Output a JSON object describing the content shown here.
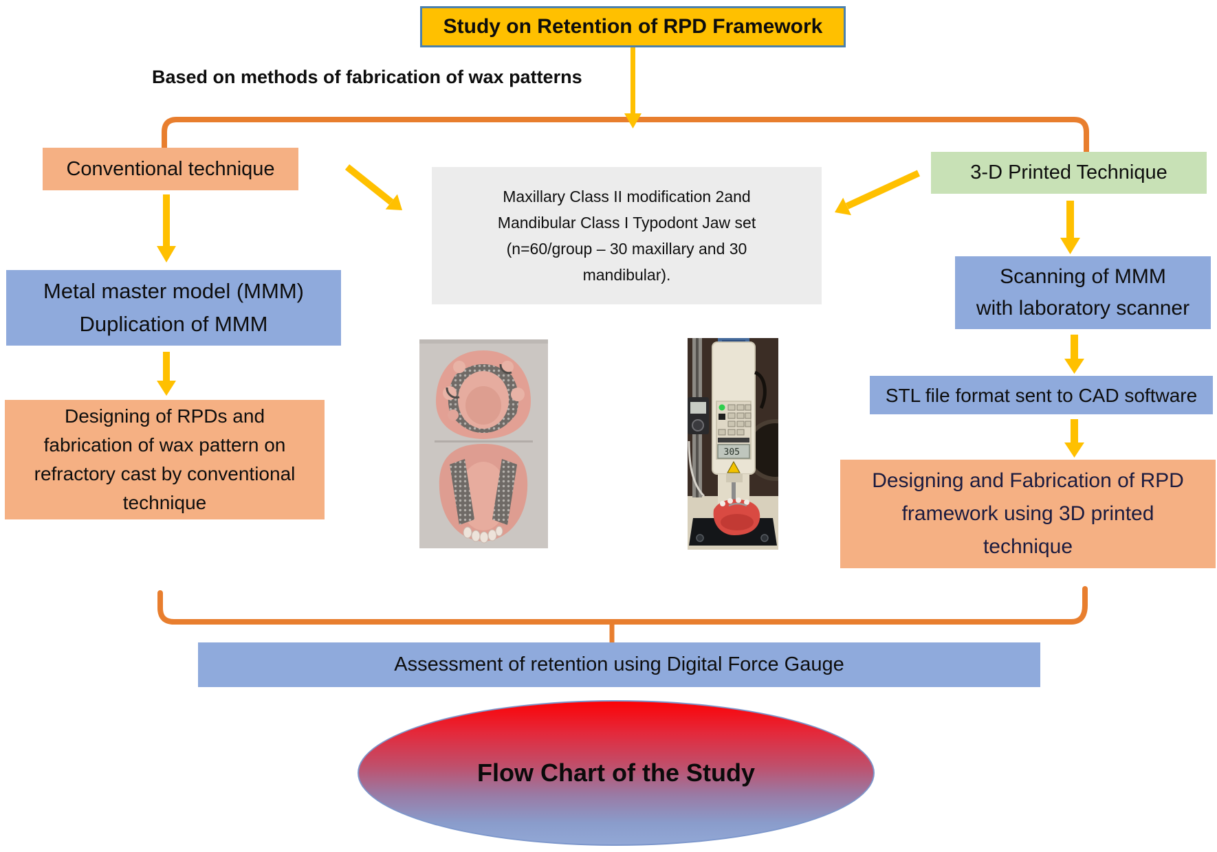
{
  "title": "Study on Retention of RPD Framework",
  "subtitle": "Based on methods of fabrication of wax patterns",
  "center_box": {
    "lines": [
      "Maxillary Class II modification 2and",
      "Mandibular Class I Typodont Jaw set",
      "",
      "(n=60/group – 30 maxillary and 30",
      "mandibular)."
    ]
  },
  "left_branch": {
    "header": "Conventional technique",
    "step1": {
      "lines": [
        "Metal master model (MMM)",
        "Duplication of MMM"
      ]
    },
    "step2": {
      "lines": [
        "Designing of RPDs and",
        "fabrication of wax pattern on",
        "refractory cast by conventional",
        "technique"
      ]
    }
  },
  "right_branch": {
    "header": "3-D Printed Technique",
    "step1": {
      "lines": [
        "Scanning of MMM",
        "with laboratory scanner"
      ]
    },
    "step2": "STL file format sent to CAD software",
    "step3": {
      "lines": [
        "Designing and Fabrication of RPD",
        "framework using 3D printed",
        "technique"
      ]
    }
  },
  "assessment": "Assessment of retention using Digital Force Gauge",
  "ellipse_label": "Flow Chart of the Study",
  "photos": {
    "typodont": {
      "name": "typodont-models-with-rpd-frameworks"
    },
    "force_gauge": {
      "name": "digital-force-gauge-setup",
      "display_value": "305"
    }
  },
  "colors": {
    "gold_box": "#FFC000",
    "gold_arrow": "#FFC000",
    "orange_bracket": "#E87E2E",
    "peach_box": "#F5B083",
    "blue_box": "#8FAADC",
    "green_box": "#C8E1B6",
    "gray_box": "#ECECEC",
    "navy_text": "#1B1B3F",
    "title_border": "#4B80AC",
    "ellipse_top": "#FB0307",
    "ellipse_bottom": "#92A8D6"
  }
}
